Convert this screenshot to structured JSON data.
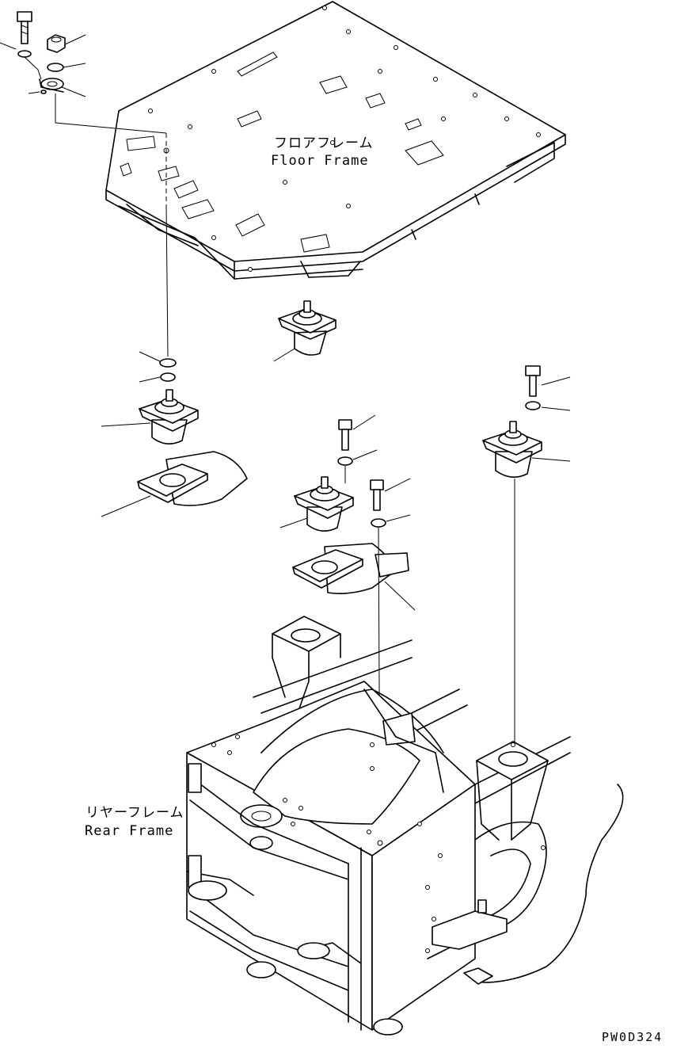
{
  "labels": {
    "floor_frame": {
      "jp": "フロアフレーム",
      "en": "Floor Frame"
    },
    "rear_frame": {
      "jp": "リヤーフレーム",
      "en": "Rear Frame"
    }
  },
  "drawing_code": "PW0D324",
  "colors": {
    "line": "#000000",
    "background": "#ffffff"
  }
}
